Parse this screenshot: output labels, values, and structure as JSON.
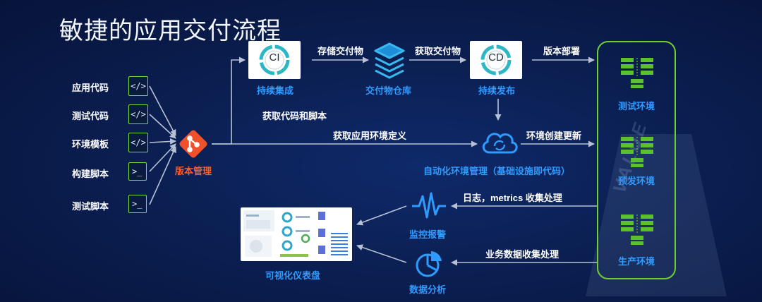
{
  "title": "敏捷的应用交付流程",
  "sources": [
    {
      "label": "应用代码",
      "icon": "code-icon"
    },
    {
      "label": "测试代码",
      "icon": "code-icon"
    },
    {
      "label": "环境模板",
      "icon": "code-icon"
    },
    {
      "label": "构建脚本",
      "icon": "terminal-icon"
    },
    {
      "label": "测试脚本",
      "icon": "terminal-icon"
    }
  ],
  "icons": {
    "code_glyph": "</>",
    "terminal_glyph": ">_"
  },
  "version_control": {
    "label": "版本管理",
    "color": "#ff5a2a"
  },
  "ci": {
    "tile_text": "CI",
    "label": "持续集成"
  },
  "artifact_repo": {
    "label": "交付物仓库"
  },
  "cd": {
    "tile_text": "CD",
    "label": "持续发布"
  },
  "automation": {
    "label": "自动化环境管理（基础设施即代码）"
  },
  "monitoring": {
    "label": "监控报警"
  },
  "analytics": {
    "label": "数据分析"
  },
  "dashboard": {
    "label": "可视化仪表盘"
  },
  "environments": [
    {
      "label": "测试环境"
    },
    {
      "label": "预发环境"
    },
    {
      "label": "生产环境"
    }
  ],
  "edges": {
    "store_artifact": "存储交付物",
    "fetch_artifact": "获取交付物",
    "deploy_version": "版本部署",
    "fetch_code_scripts": "获取代码和脚本",
    "fetch_env_definition": "获取应用环境定义",
    "env_create_update": "环境创建更新",
    "log_metrics": "日志，metrics 收集处理",
    "business_data": "业务数据收集处理"
  },
  "watermark": "VALUE",
  "colors": {
    "accent_blue": "#2f9bff",
    "green": "#6fcf2e",
    "red": "#ff5a2a",
    "line": "#b8c2d6"
  }
}
